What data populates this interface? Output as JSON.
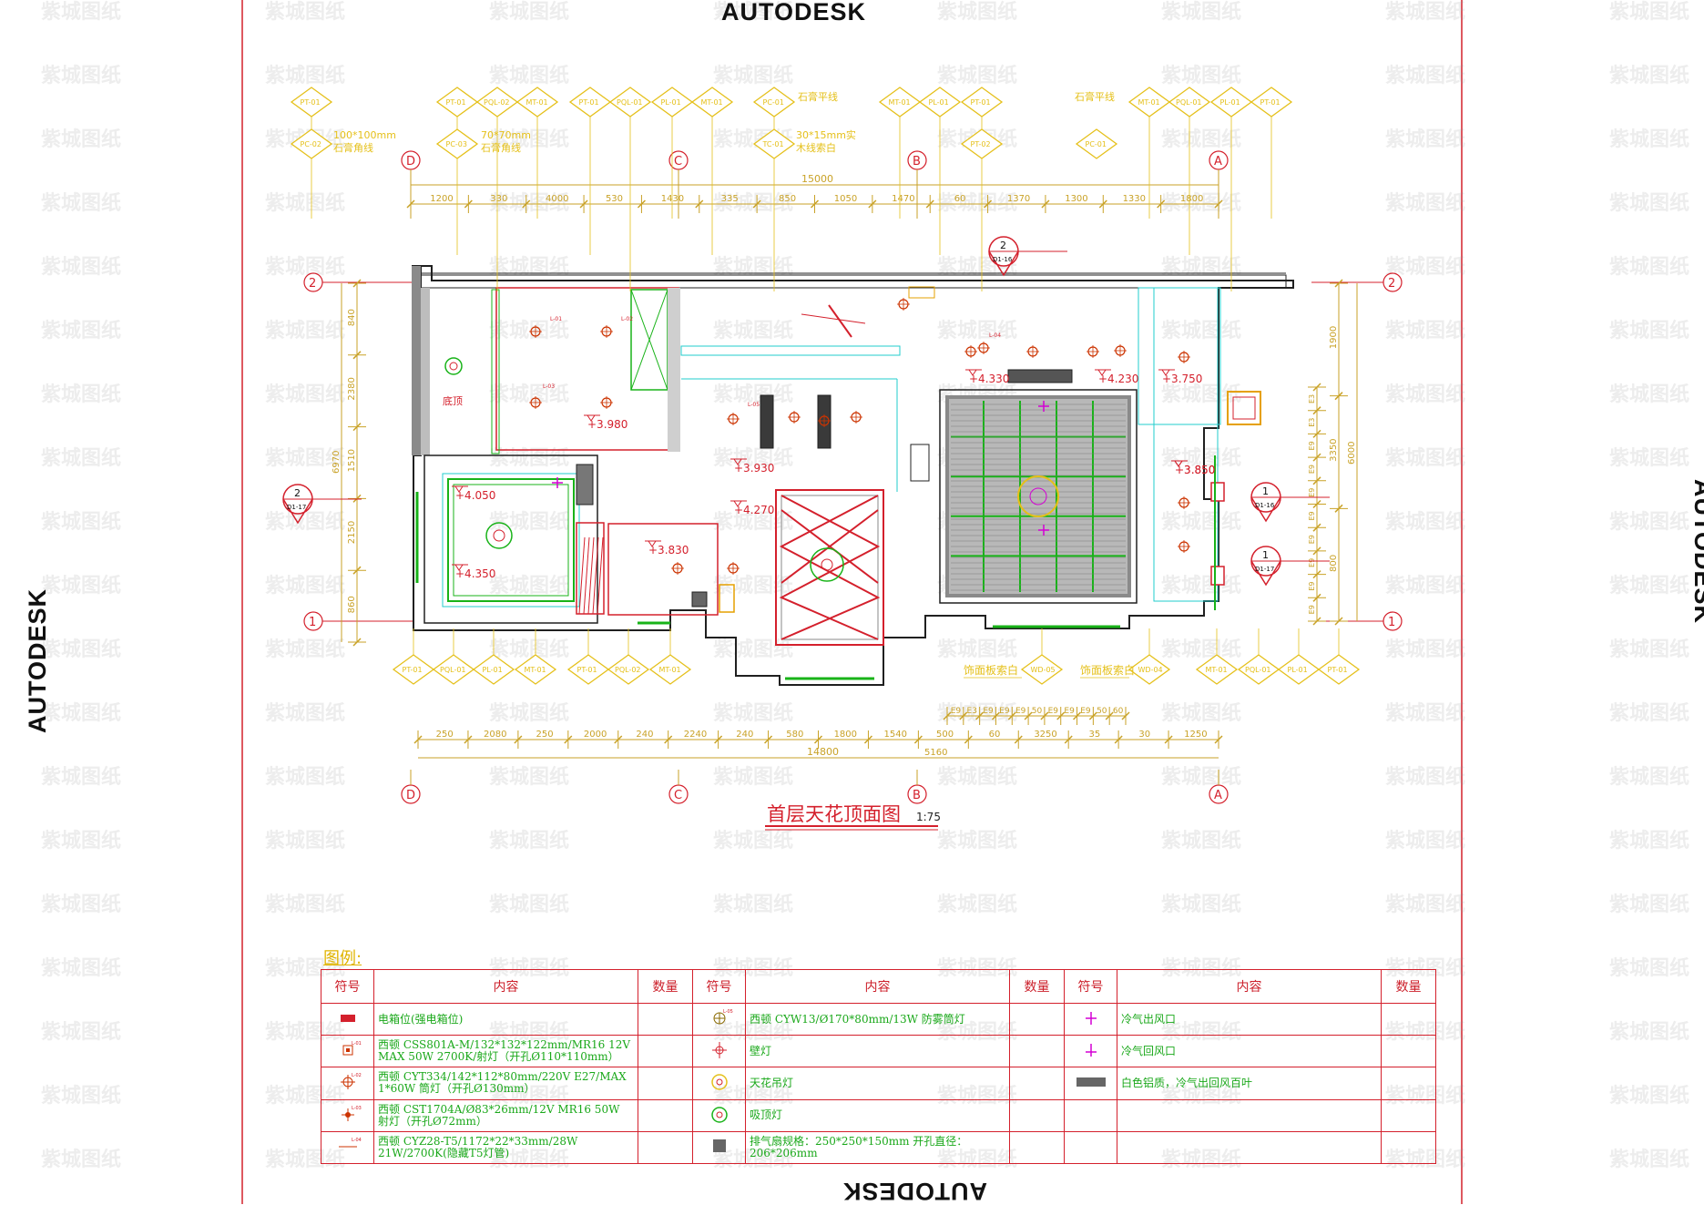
{
  "brand": {
    "text": "AUTODESK"
  },
  "watermark": {
    "text": "紫城图纸"
  },
  "drawing": {
    "title": "首层天花顶面图",
    "scale": "1:75",
    "axes": {
      "columns": [
        "D",
        "C",
        "B",
        "A"
      ],
      "rows": [
        "2",
        "1"
      ]
    },
    "top_dimension_total": "15000",
    "top_dimensions": [
      "1200",
      "330",
      "4000",
      "530",
      "1430",
      "335",
      "850",
      "1050",
      "1470",
      "60",
      "1370",
      "1300",
      "1330",
      "1800"
    ],
    "bottom_dimension_total": "14800",
    "bottom_dimensions": [
      "250",
      "2080",
      "250",
      "2000",
      "240",
      "2240",
      "240",
      "580",
      "1800",
      "1540",
      "500",
      "60",
      "3250",
      "35",
      "30",
      "1250"
    ],
    "bottom_subtotal": "5160",
    "bottom_upper_dimensions": [
      "E9",
      "E3",
      "E9",
      "E9",
      "E9",
      "50",
      "E9",
      "E9",
      "E9",
      "50",
      "60"
    ],
    "left_dimensions": [
      "840",
      "2380",
      "1510",
      "2150",
      "860"
    ],
    "left_total": "6970",
    "right_dimensions": [
      "1900",
      "3350",
      "800"
    ],
    "right_total": "6000",
    "right_small_dimensions": [
      "E3",
      "E3",
      "E9",
      "E9",
      "E9",
      "E9",
      "E9",
      "E9",
      "E9",
      "E9"
    ],
    "section_markers": [
      {
        "num": "2",
        "sheet": "D1-16"
      },
      {
        "num": "2",
        "sheet": "D1-17"
      },
      {
        "num": "1",
        "sheet": "D1-16"
      },
      {
        "num": "1",
        "sheet": "D1-17"
      }
    ],
    "top_tags_row1": [
      "PT-01",
      "PT-01",
      "PQL-02",
      "MT-01",
      "PT-01",
      "PQL-01",
      "PL-01",
      "MT-01",
      "PC-01",
      "MT-01",
      "PL-01",
      "PT-01",
      "MT-01",
      "PQL-01",
      "PL-01",
      "PT-01"
    ],
    "top_tags_row2": [
      "PC-02",
      "PC-03",
      "TC-01",
      "PT-02",
      "PC-01"
    ],
    "top_notes": [
      {
        "line1": "100*100mm",
        "line2": "石膏角线"
      },
      {
        "line1": "70*70mm",
        "line2": "石膏角线"
      },
      {
        "line1": "石膏平线",
        "line2": ""
      },
      {
        "line1": "30*15mm实",
        "line2": "木线索白"
      },
      {
        "line1": "石膏平线",
        "line2": ""
      }
    ],
    "bottom_tags": [
      "PT-01",
      "PQL-01",
      "PL-01",
      "MT-01",
      "PT-01",
      "PQL-02",
      "MT-01",
      "WD-05",
      "WD-04",
      "MT-01",
      "PQL-01",
      "PL-01",
      "PT-01"
    ],
    "bottom_notes": [
      "饰面板索白",
      "饰面板索白"
    ],
    "room_labels": [
      "底顶"
    ],
    "ceiling_heights": [
      "+3.980",
      "+4.050",
      "+4.350",
      "+3.930",
      "+4.270",
      "+3.830",
      "+3.850",
      "+4.330",
      "+4.230",
      "+3.750",
      "+3.850"
    ],
    "fixture_codes": [
      "L-01",
      "L-02",
      "L-03",
      "L-04",
      "L-05"
    ]
  },
  "legend": {
    "caption": "图例:",
    "headers": [
      "符号",
      "内容",
      "数量",
      "符号",
      "内容",
      "数量",
      "符号",
      "内容",
      "数量"
    ],
    "col1": [
      {
        "icon": "panel-box",
        "code": "",
        "desc": "电箱位(强电箱位)"
      },
      {
        "icon": "spotlight-square",
        "code": "L-01",
        "desc": "西顿 CSS801A-M/132*132*122mm/MR16 12V MAX 50W 2700K/射灯（开孔Ø110*110mm）"
      },
      {
        "icon": "downlight-cross",
        "code": "L-02",
        "desc": "西顿 CYT334/142*112*80mm/220V E27/MAX 1*60W 筒灯（开孔Ø130mm）"
      },
      {
        "icon": "spotlight-cross",
        "code": "L-03",
        "desc": "西顿 CST1704A/Ø83*26mm/12V MR16 50W 射灯（开孔Ø72mm）"
      },
      {
        "icon": "strip-light",
        "code": "L-04",
        "desc": "西顿 CYZ28-T5/1172*22*33mm/28W 21W/2700K(隐藏T5灯管)"
      }
    ],
    "col2": [
      {
        "icon": "moisture-light",
        "code": "L-05",
        "desc": "西顿 CYW13/Ø170*80mm/13W 防雾筒灯"
      },
      {
        "icon": "wall-light",
        "code": "",
        "desc": "壁灯"
      },
      {
        "icon": "chandelier",
        "code": "",
        "desc": "天花吊灯"
      },
      {
        "icon": "ceiling-light",
        "code": "",
        "desc": "吸顶灯"
      },
      {
        "icon": "exhaust-fan",
        "code": "",
        "desc": "排气扇规格：250*250*150mm 开孔直径：206*206mm"
      }
    ],
    "col3": [
      {
        "icon": "ac-supply-vent",
        "code": "",
        "desc": "冷气出风口"
      },
      {
        "icon": "ac-return-vent",
        "code": "",
        "desc": "冷气回风口"
      },
      {
        "icon": "louver-grille",
        "code": "",
        "desc": "白色铝质，冷气出回风百叶"
      },
      {
        "icon": "",
        "code": "",
        "desc": ""
      },
      {
        "icon": "",
        "code": "",
        "desc": ""
      }
    ]
  },
  "colors": {
    "frame": "#d4202c",
    "dim": "#c9a227",
    "tag": "#e5c01a",
    "wall": "#202020",
    "green": "#18b318",
    "cyan": "#22cccc",
    "magenta": "#d400d4",
    "grey": "#8a8a8a"
  }
}
